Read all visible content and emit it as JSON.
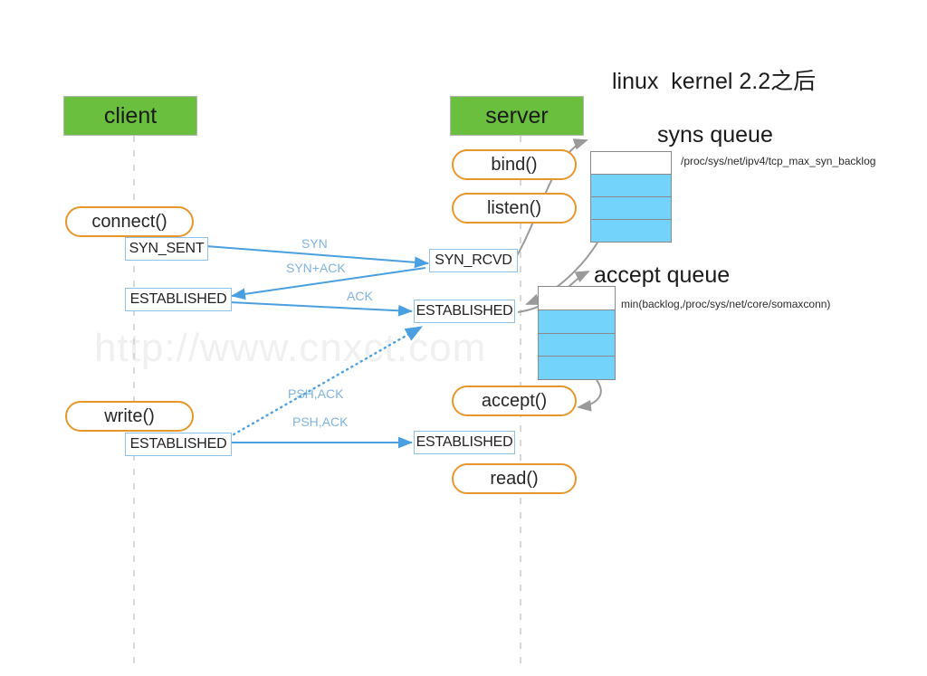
{
  "caption": "linux  kernel 2.2之后",
  "watermark": "http://www.cnxct.com",
  "actors": [
    {
      "label": "client"
    },
    {
      "label": "server"
    }
  ],
  "client": {
    "calls": [
      {
        "label": "connect()"
      },
      {
        "label": "write()"
      }
    ],
    "states": [
      {
        "label": "SYN_SENT"
      },
      {
        "label": "ESTABLISHED"
      },
      {
        "label": "ESTABLISHED"
      }
    ]
  },
  "server": {
    "calls": [
      {
        "label": "bind()"
      },
      {
        "label": "listen()"
      },
      {
        "label": "accept()"
      },
      {
        "label": "read()"
      }
    ],
    "states": [
      {
        "label": "SYN_RCVD"
      },
      {
        "label": "ESTABLISHED"
      },
      {
        "label": "ESTABLISHED"
      }
    ]
  },
  "packets": [
    {
      "label": "SYN"
    },
    {
      "label": "SYN+ACK"
    },
    {
      "label": "ACK"
    },
    {
      "label": "PSH,ACK"
    },
    {
      "label": "PSH,ACK"
    }
  ],
  "queues": [
    {
      "title": "syns queue",
      "note": "/proc/sys/net/ipv4/tcp_max_syn_backlog",
      "cells": [
        "empty",
        "filled",
        "filled",
        "filled"
      ]
    },
    {
      "title": "accept queue",
      "note": "min(backlog,/proc/sys/net/core/somaxconn)",
      "cells": [
        "empty",
        "filled",
        "filled",
        "filled"
      ]
    }
  ],
  "colors": {
    "actor_green": "#6ABF3F",
    "pill_orange": "#E8962B",
    "packet_blue": "#4A9FE0",
    "queue_blue": "#74D3FA",
    "curve_gray": "#9a9a9a",
    "lifeline_gray": "#d8d8d8"
  }
}
